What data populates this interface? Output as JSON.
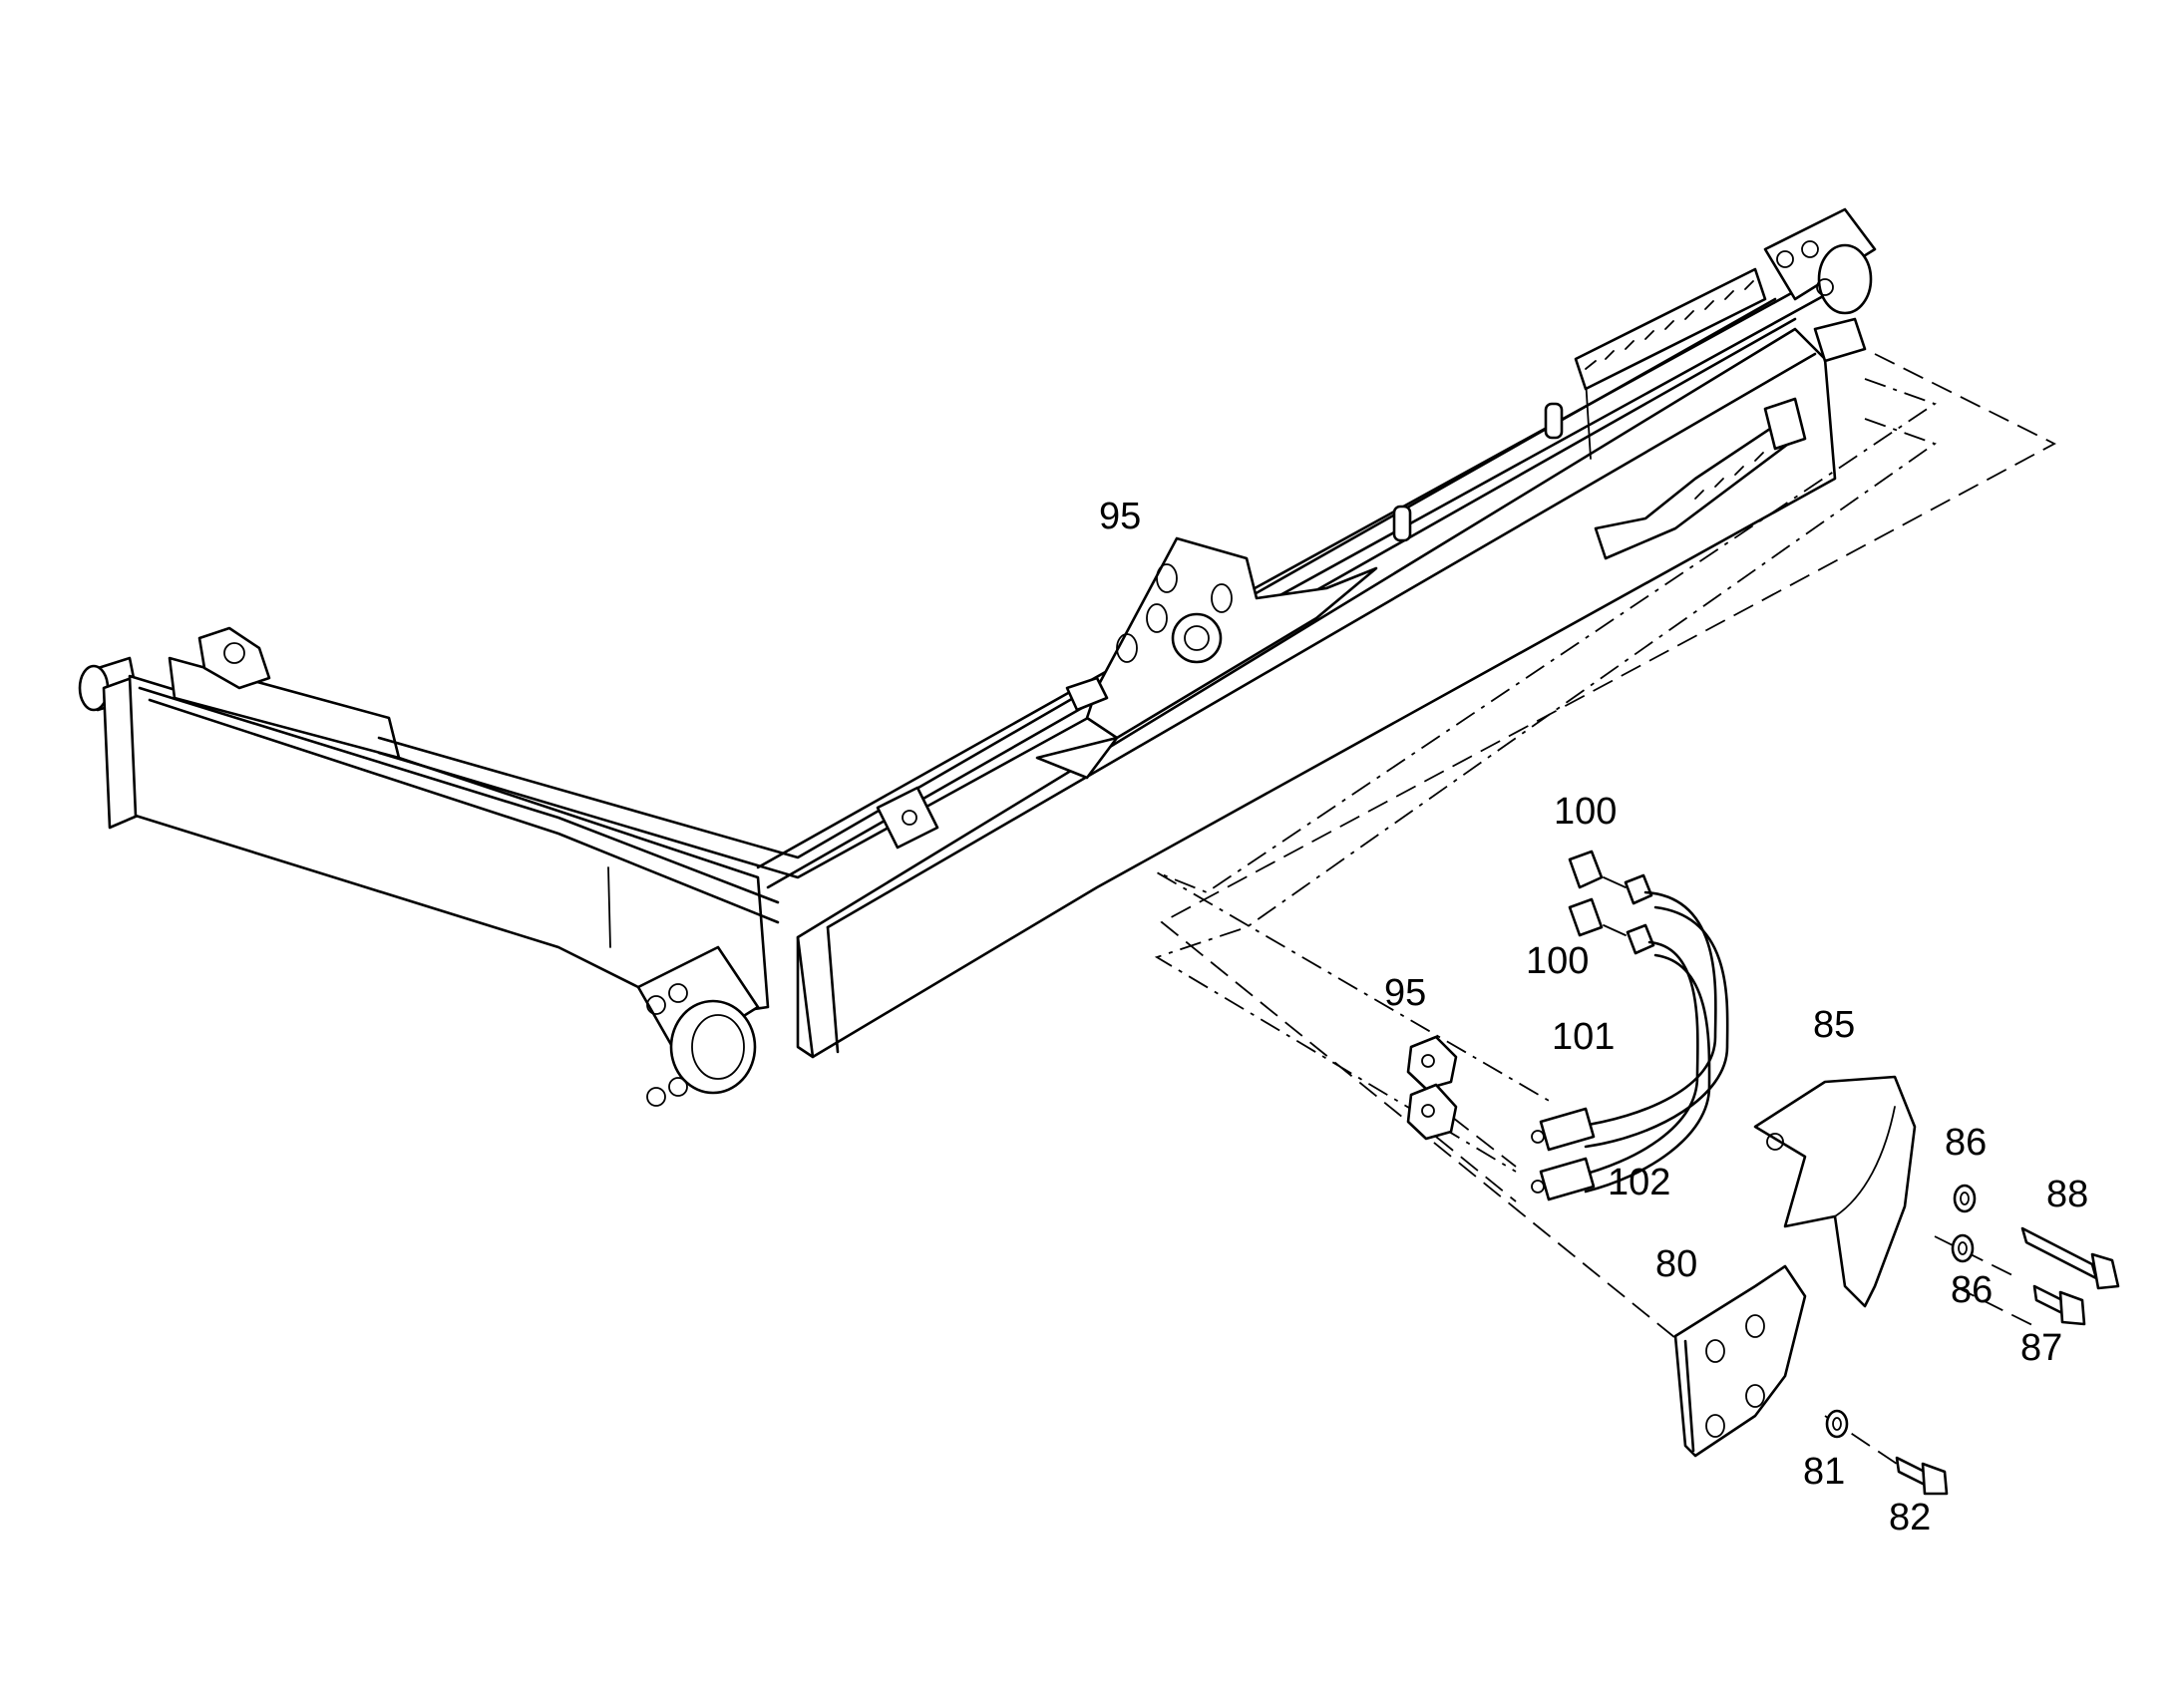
{
  "callouts": [
    {
      "id": "c95a",
      "text": "95"
    },
    {
      "id": "c100a",
      "text": "100"
    },
    {
      "id": "c100b",
      "text": "100"
    },
    {
      "id": "c95b",
      "text": "95"
    },
    {
      "id": "c101",
      "text": "101"
    },
    {
      "id": "c85",
      "text": "85"
    },
    {
      "id": "c86a",
      "text": "86"
    },
    {
      "id": "c88",
      "text": "88"
    },
    {
      "id": "c102",
      "text": "102"
    },
    {
      "id": "c86b",
      "text": "86"
    },
    {
      "id": "c80",
      "text": "80"
    },
    {
      "id": "c87",
      "text": "87"
    },
    {
      "id": "c81",
      "text": "81"
    },
    {
      "id": "c82",
      "text": "82"
    }
  ]
}
